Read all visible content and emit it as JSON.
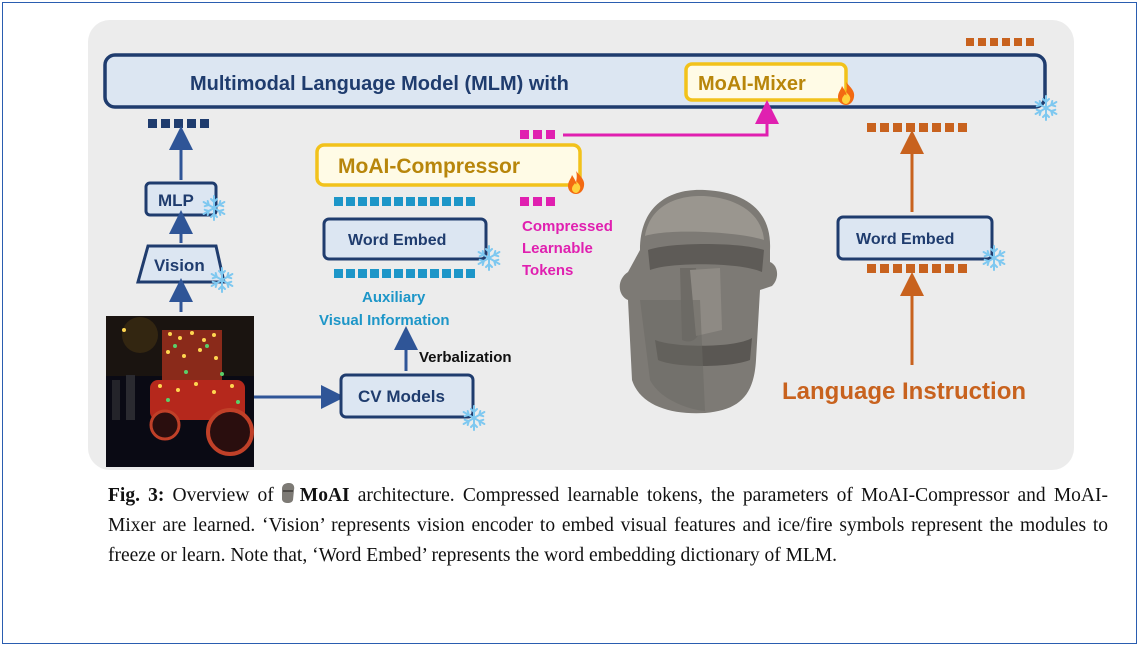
{
  "diagram": {
    "mlm_label": "Multimodal Language Model (MLM) with",
    "mixer_label": "MoAI-Mixer",
    "compressor_label": "MoAI-Compressor",
    "mlp_label": "MLP",
    "vision_label": "Vision",
    "word_embed_left": "Word Embed",
    "word_embed_right": "Word Embed",
    "aux_line1": "Auxiliary",
    "aux_line2": "Visual Information",
    "verbalization_label": "Verbalization",
    "cv_models_label": "CV Models",
    "compressed_line1": "Compressed",
    "compressed_line2": "Learnable",
    "compressed_line3": "Tokens",
    "language_instruction": "Language Instruction",
    "colors": {
      "navy": "#1f3c6e",
      "box_fill": "#dce6f2",
      "gold": "#f2c21b",
      "gold_text": "#b8860b",
      "cyan": "#1d96c8",
      "magenta": "#e020b0",
      "orange": "#c8621e",
      "snow": "#7ec8f0"
    }
  },
  "caption": {
    "fig_label": "Fig. 3:",
    "text_a": "Overview of",
    "moai_name": "MoAI",
    "text_b": "architecture. Compressed learnable tokens, the parameters of MoAI-Compressor and MoAI-Mixer are learned. ‘Vision’ represents vision encoder to embed visual features and ice/fire symbols represent the modules to freeze or learn. Note that, ‘Word Embed’ represents the word embedding dictionary of MLM."
  }
}
